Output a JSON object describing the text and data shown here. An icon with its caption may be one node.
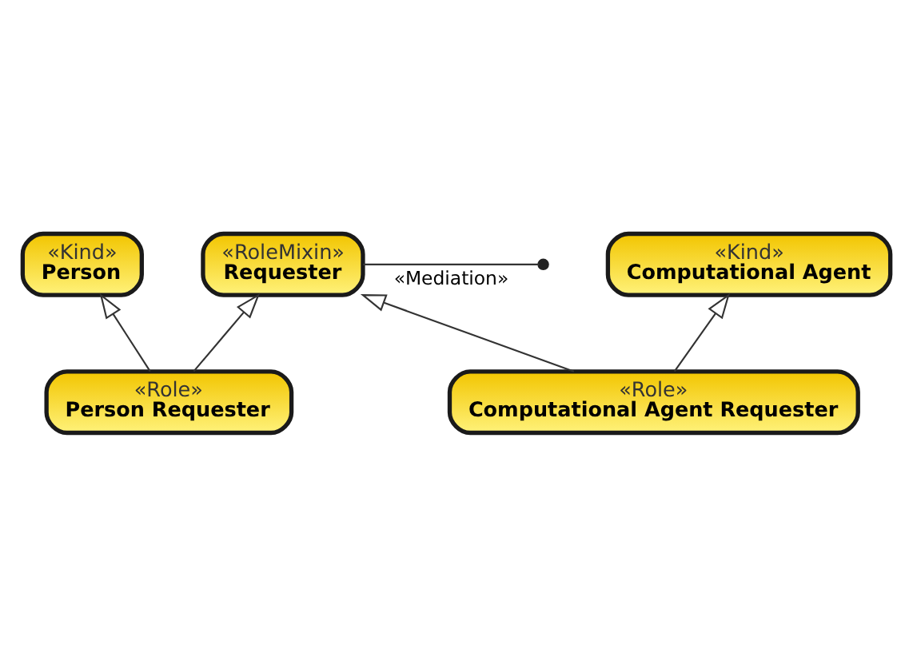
{
  "diagram": {
    "nodes": [
      {
        "text": [
          "«RoleMixin»",
          "Requester"
        ]
      },
      {
        "text": [
          "«Kind»",
          "Person"
        ]
      },
      {
        "text": [
          "«Kind»",
          "Computational Agent"
        ]
      },
      {
        "text": [
          "«Role»",
          "Person Requester"
        ]
      },
      {
        "text": [
          "«Role»",
          "Computational Agent Requester"
        ]
      }
    ],
    "edges": [
      {
        "from": 0,
        "to": null,
        "arrow": "none",
        "label": "«Mediation»"
      },
      {
        "from": 3,
        "to": 1,
        "arrow": "to"
      },
      {
        "from": 3,
        "to": 0,
        "arrow": "to"
      },
      {
        "from": 4,
        "to": 0,
        "arrow": "to"
      },
      {
        "from": 4,
        "to": 2,
        "arrow": "to"
      }
    ]
  }
}
